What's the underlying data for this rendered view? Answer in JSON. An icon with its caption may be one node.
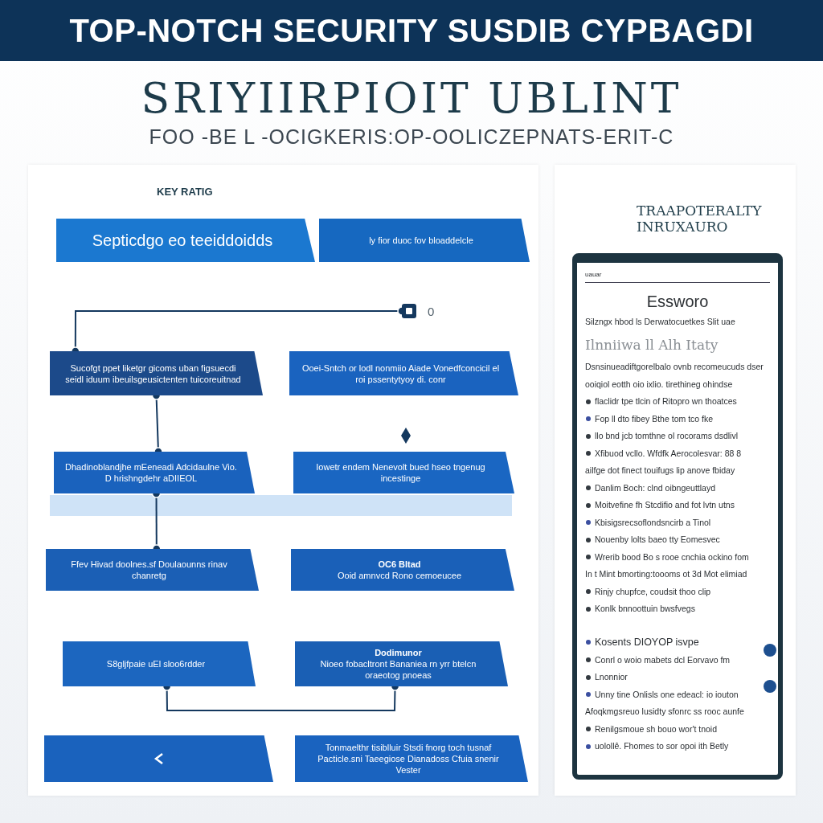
{
  "diagram": {
    "title": "TOP-NOTCH SECURITY SUSDIB CYPBAGDI",
    "nodes": [
      {
        "text": [
          "Septicdgo eo teeiddoidds"
        ]
      },
      {
        "text": [
          "ly fior duoc fov bloaddelcle"
        ]
      },
      {
        "text": [
          "Sucofgt ppet liketgr gicoms uban figsuecdi seidl iduum ibeuilsgeusictenten tuicoreuitnad"
        ]
      },
      {
        "text": [
          "Ooei-Sntch or lodl nonmiio Aiade Vonedfconcicil el roi pssentytyoy di. conr"
        ]
      },
      {
        "text": [
          "Dhadinoblandjhe mEeneadi Adcidaulne Vio. D hrishngdehr aDIIEOL"
        ]
      },
      {
        "text": [
          "Iowetr endem Nenevolt bued hseo tngenug incestinge"
        ]
      },
      {
        "text": [
          "Ffev Hivad doolnes.sf Doulaounns rinav chanretg"
        ]
      },
      {
        "text": [
          "OC6 Bltad",
          "Ooid amnvcd Rono cemoeucee"
        ]
      },
      {
        "text": [
          "S8gljfpaie uEl sloo6rdder"
        ]
      },
      {
        "text": [
          "Dodimunor",
          "Nioeo fobacltront Bananiea rn yrr btelcn oraeotog pnoeas"
        ]
      },
      {
        "text": [],
        "shape": "box"
      },
      {
        "text": [
          "Tonmaelthr tisiblluir Stsdi fnorg toch tusnaf Pacticle.sni Taeegiose Dianadoss Cfuia snenir Vester"
        ]
      },
      {
        "text": [
          "uauar",
          "Essworo",
          "Silzngx hbod ls Derwatocuetkes Slit uae",
          "Ilnniiwa ll Alh Itaty",
          "Dsnsinueadiftgorelbalo ovnb recomeucuds dser",
          "ooiqiol eotth oio ixlio. tirethineg ohindse",
          "flaclidr tpe tlcin of Ritopro wn thoatces",
          "Fop ll dto fibey Bthe tom tco fke",
          "llo bnd jcb tomthne ol rocorams dsdlivl",
          "Xfibuod vcllo. Wfdfk Aerocolesvar: 88 8",
          "ailfge dot finect touifugs lip anove fbiday",
          "Danlim Boch: clnd oibngeuttlayd",
          "Moitvefine fh Stcdifio and fot lvtn utns",
          "Kbisigsrecsoflondsncirb a Tinol",
          "Nouenby lolts baeo tty Eomesvec",
          "Wrerib bood Bo s rooe cnchia ockino fom",
          "In t Mint bmorting:toooms ot 3d Mot elimiad",
          "Rinjy chupfce, coudsit thoo clip",
          "Konlk bnnoottuin bwsfvegs",
          "Kosents DIOYOP isvpe",
          "Conrl o woio mabets dcl Eorvavo fm",
          "Lnonnior",
          "Unny tine Onlisls one edeacl: io iouton",
          "Afoqkmgsreuo lusidty sfonrc ss rooc aunfe",
          "Renilgsmoue sh bouo wor't tnoid",
          "uolollê. Fhomes to sor opoi ith Betly"
        ]
      },
      {
        "text": [],
        "shape": "box"
      }
    ],
    "edges": [
      {
        "from": 2,
        "to": 13,
        "arrow": "other"
      },
      {
        "from": 2,
        "to": 4,
        "arrow": "other"
      },
      {
        "from": 4,
        "to": 6,
        "arrow": "other"
      },
      {
        "from": 8,
        "to": 9,
        "arrow": "other"
      }
    ],
    "labels": [
      "SRIYIIRPIOIT UBLINT",
      "FOO -BE L -OCIGKERIS:OP-OOLICZEPNATS-ERIT-C",
      "KEY RATIG",
      "0",
      "TRAAPOTERALTY INRUXAURO"
    ]
  }
}
